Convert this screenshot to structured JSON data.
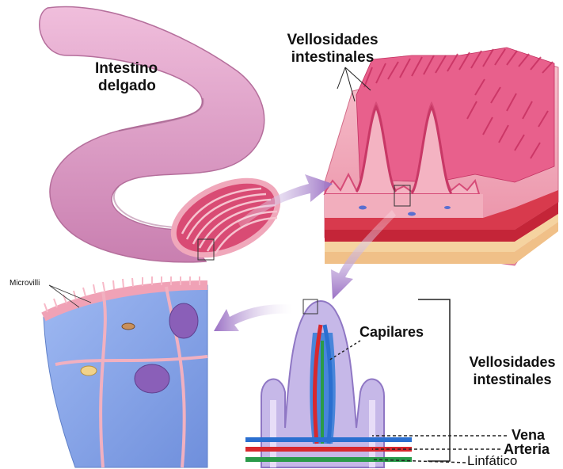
{
  "labels": {
    "small_intestine": [
      "Intestino",
      "delgado"
    ],
    "villi_top": [
      "Vellosidades",
      "intestinales"
    ],
    "microvilli": "Microvilli",
    "capillaries": "Capilares",
    "villi_side": [
      "Vellosidades",
      "intestinales"
    ],
    "vein": "Vena",
    "artery": "Arteria",
    "lymphatic": "Linfático"
  },
  "colors": {
    "intestine": "#e8a6cf",
    "intestine_shadow": "#c97fb0",
    "mucosa": "#e0507a",
    "mucosa_light": "#f2a3b8",
    "arrow": "#a07ac8",
    "cell": "#7fa0e8",
    "cell_nucleus": "#8a5fb8",
    "vein": "#2a6fd0",
    "artery": "#d8282e",
    "lymph": "#2a9a4a"
  }
}
